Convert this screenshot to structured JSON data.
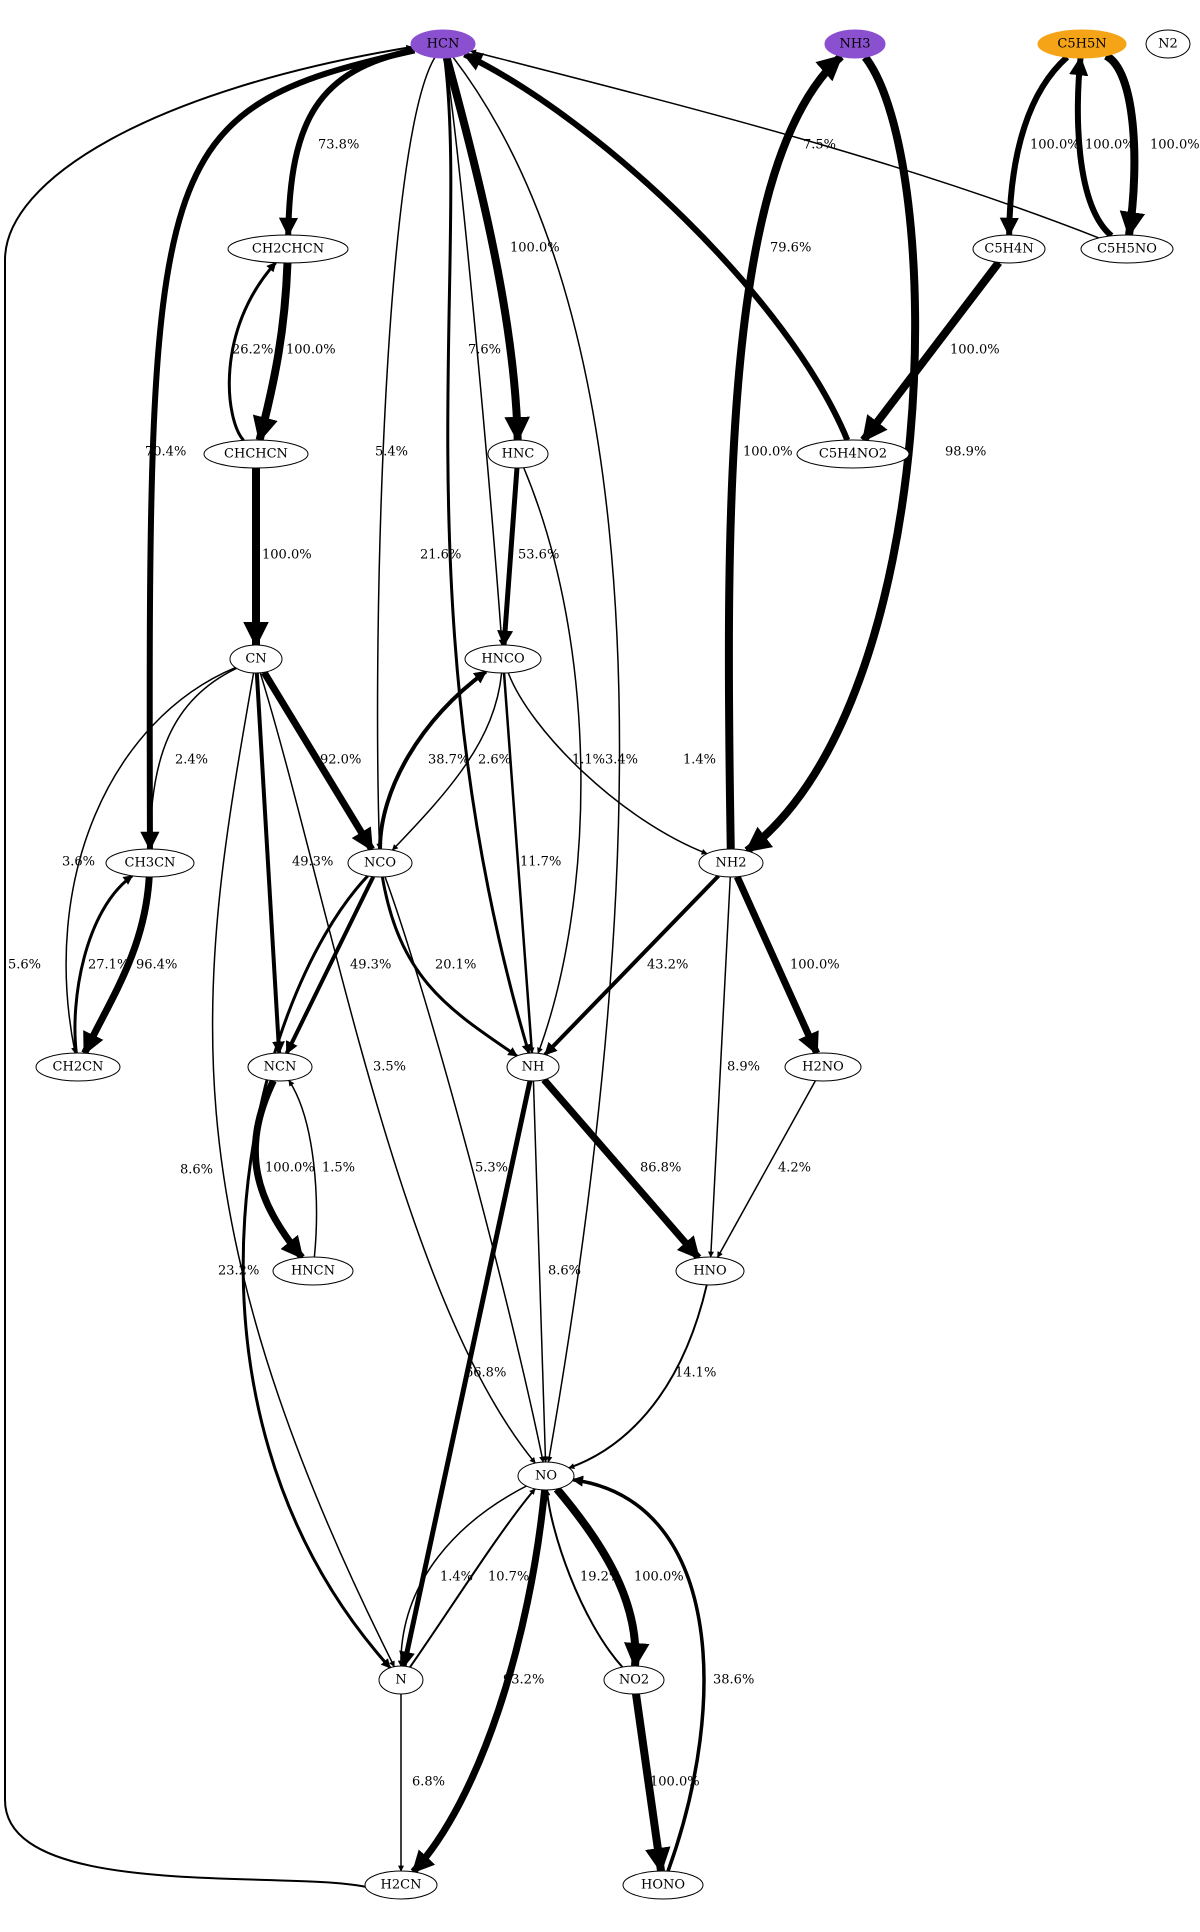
{
  "graph": {
    "nodes": [
      {
        "id": "HCN",
        "label": "HCN",
        "fill": "#8a50d0"
      },
      {
        "id": "NH3",
        "label": "NH3",
        "fill": "#8a50d0"
      },
      {
        "id": "C5H5N",
        "label": "C5H5N",
        "fill": "#f4a416"
      },
      {
        "id": "N2",
        "label": "N2",
        "fill": "#ffffff"
      },
      {
        "id": "CH2CHCN",
        "label": "CH2CHCN",
        "fill": "#ffffff"
      },
      {
        "id": "C5H4N",
        "label": "C5H4N",
        "fill": "#ffffff"
      },
      {
        "id": "C5H5NO",
        "label": "C5H5NO",
        "fill": "#ffffff"
      },
      {
        "id": "CHCHCN",
        "label": "CHCHCN",
        "fill": "#ffffff"
      },
      {
        "id": "HNC",
        "label": "HNC",
        "fill": "#ffffff"
      },
      {
        "id": "C5H4NO2",
        "label": "C5H4NO2",
        "fill": "#ffffff"
      },
      {
        "id": "CN",
        "label": "CN",
        "fill": "#ffffff"
      },
      {
        "id": "HNCO",
        "label": "HNCO",
        "fill": "#ffffff"
      },
      {
        "id": "CH3CN",
        "label": "CH3CN",
        "fill": "#ffffff"
      },
      {
        "id": "NCO",
        "label": "NCO",
        "fill": "#ffffff"
      },
      {
        "id": "NH2",
        "label": "NH2",
        "fill": "#ffffff"
      },
      {
        "id": "CH2CN",
        "label": "CH2CN",
        "fill": "#ffffff"
      },
      {
        "id": "NCN",
        "label": "NCN",
        "fill": "#ffffff"
      },
      {
        "id": "NH",
        "label": "NH",
        "fill": "#ffffff"
      },
      {
        "id": "H2NO",
        "label": "H2NO",
        "fill": "#ffffff"
      },
      {
        "id": "HNCN",
        "label": "HNCN",
        "fill": "#ffffff"
      },
      {
        "id": "HNO",
        "label": "HNO",
        "fill": "#ffffff"
      },
      {
        "id": "NO",
        "label": "NO",
        "fill": "#ffffff"
      },
      {
        "id": "N",
        "label": "N",
        "fill": "#ffffff"
      },
      {
        "id": "NO2",
        "label": "NO2",
        "fill": "#ffffff"
      },
      {
        "id": "H2CN",
        "label": "H2CN",
        "fill": "#ffffff"
      },
      {
        "id": "HONO",
        "label": "HONO",
        "fill": "#ffffff"
      }
    ],
    "edges": [
      {
        "from": "HCN",
        "to": "CH2CHCN",
        "label": "73.8%",
        "weight": 6
      },
      {
        "from": "HCN",
        "to": "CH3CN",
        "label": "70.4%",
        "weight": 6
      },
      {
        "from": "HCN",
        "to": "HNC",
        "label": "100.0%",
        "weight": 8
      },
      {
        "from": "HCN",
        "to": "NCO",
        "label": "5.4%",
        "weight": 1.5
      },
      {
        "from": "HCN",
        "to": "HNCO",
        "label": "7.6%",
        "weight": 1.5
      },
      {
        "from": "HCN",
        "to": "NH",
        "label": "21.6%",
        "weight": 3
      },
      {
        "from": "HCN",
        "to": "NO",
        "label": "1.4%",
        "weight": 1.5
      },
      {
        "from": "CH2CHCN",
        "to": "CHCHCN",
        "label": "100.0%",
        "weight": 8
      },
      {
        "from": "CHCHCN",
        "to": "CH2CHCN",
        "label": "26.2%",
        "weight": 3
      },
      {
        "from": "CHCHCN",
        "to": "CN",
        "label": "100.0%",
        "weight": 8
      },
      {
        "from": "NH2",
        "to": "NH3",
        "label": "100.0%",
        "weight": 8
      },
      {
        "from": "NH3",
        "to": "NH2",
        "label": "98.9%",
        "weight": 8
      },
      {
        "from": "C5H5N",
        "to": "C5H4N",
        "label": "100.0%",
        "weight": 6
      },
      {
        "from": "C5H5N",
        "to": "C5H5NO",
        "label": "100.0%",
        "weight": 8
      },
      {
        "from": "C5H5NO",
        "to": "C5H5N",
        "label": "100.0%",
        "weight": 6
      },
      {
        "from": "C5H5NO",
        "to": "HCN",
        "label": "7.5%",
        "weight": 1.5
      },
      {
        "from": "C5H4N",
        "to": "C5H4NO2",
        "label": "100.0%",
        "weight": 8
      },
      {
        "from": "C5H4NO2",
        "to": "HCN",
        "label": "79.6%",
        "weight": 6
      },
      {
        "from": "HNC",
        "to": "HNCO",
        "label": "53.6%",
        "weight": 5
      },
      {
        "from": "HNC",
        "to": "NH",
        "label": "3.4%",
        "weight": 1.5
      },
      {
        "from": "CN",
        "to": "CH3CN",
        "label": "2.4%",
        "weight": 1.5
      },
      {
        "from": "CN",
        "to": "CH2CN",
        "label": "3.6%",
        "weight": 1.5
      },
      {
        "from": "CN",
        "to": "NCO",
        "label": "92.0%",
        "weight": 7
      },
      {
        "from": "CN",
        "to": "NCN",
        "label": "49.3%",
        "weight": 4
      },
      {
        "from": "CN",
        "to": "N",
        "label": "8.6%",
        "weight": 1.5
      },
      {
        "from": "CN",
        "to": "NO",
        "label": "3.5%",
        "weight": 1.5
      },
      {
        "from": "NCO",
        "to": "HNCO",
        "label": "38.7%",
        "weight": 4
      },
      {
        "from": "HNCO",
        "to": "NCO",
        "label": "2.6%",
        "weight": 1.5
      },
      {
        "from": "HNCO",
        "to": "NH2",
        "label": "1.1%",
        "weight": 1.5
      },
      {
        "from": "HNCO",
        "to": "NH",
        "label": "11.7%",
        "weight": 2.5
      },
      {
        "from": "NCO",
        "to": "NCN",
        "label": "49.3%",
        "weight": 4
      },
      {
        "from": "NCO",
        "to": "NH",
        "label": "20.1%",
        "weight": 3
      },
      {
        "from": "NCO",
        "to": "N",
        "label": "23.2%",
        "weight": 3
      },
      {
        "from": "NCO",
        "to": "NO",
        "label": "5.3%",
        "weight": 1.5
      },
      {
        "from": "CH3CN",
        "to": "CH2CN",
        "label": "96.4%",
        "weight": 7
      },
      {
        "from": "CH2CN",
        "to": "CH3CN",
        "label": "27.1%",
        "weight": 3
      },
      {
        "from": "NH2",
        "to": "NH",
        "label": "43.2%",
        "weight": 4
      },
      {
        "from": "NH2",
        "to": "H2NO",
        "label": "100.0%",
        "weight": 7
      },
      {
        "from": "NH2",
        "to": "HNO",
        "label": "8.9%",
        "weight": 1.5
      },
      {
        "from": "NCN",
        "to": "HNCN",
        "label": "100.0%",
        "weight": 7
      },
      {
        "from": "HNCN",
        "to": "NCN",
        "label": "1.5%",
        "weight": 1.5
      },
      {
        "from": "NH",
        "to": "HNO",
        "label": "86.8%",
        "weight": 7
      },
      {
        "from": "NH",
        "to": "N",
        "label": "66.8%",
        "weight": 5
      },
      {
        "from": "NH",
        "to": "NO",
        "label": "8.6%",
        "weight": 1.5
      },
      {
        "from": "H2NO",
        "to": "HNO",
        "label": "4.2%",
        "weight": 1.5
      },
      {
        "from": "HNO",
        "to": "NO",
        "label": "14.1%",
        "weight": 2
      },
      {
        "from": "NO",
        "to": "N",
        "label": "1.4%",
        "weight": 1.5
      },
      {
        "from": "N",
        "to": "NO",
        "label": "10.7%",
        "weight": 2
      },
      {
        "from": "NO",
        "to": "NO2",
        "label": "100.0%",
        "weight": 8
      },
      {
        "from": "NO2",
        "to": "NO",
        "label": "19.2%",
        "weight": 2
      },
      {
        "from": "NO",
        "to": "H2CN",
        "label": "93.2%",
        "weight": 7
      },
      {
        "from": "NO2",
        "to": "HONO",
        "label": "100.0%",
        "weight": 8
      },
      {
        "from": "HONO",
        "to": "NO",
        "label": "38.6%",
        "weight": 3.5
      },
      {
        "from": "N",
        "to": "H2CN",
        "label": "6.8%",
        "weight": 1.5
      },
      {
        "from": "H2CN",
        "to": "HCN",
        "label": "5.6%",
        "weight": 2
      }
    ]
  }
}
